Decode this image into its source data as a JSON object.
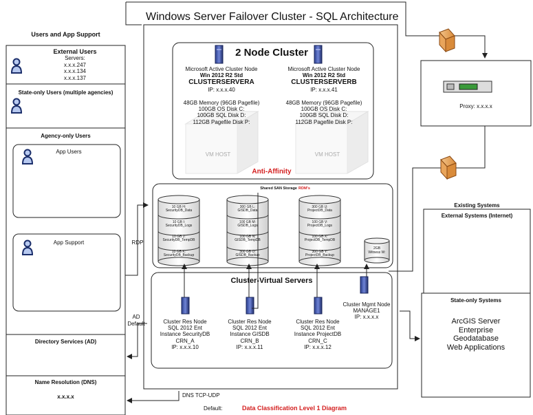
{
  "title": "Windows Server Failover Cluster - SQL Architecture",
  "footer_label": "Data Classification Level 1 Diagram",
  "left_panel": {
    "header": "Users and App Support",
    "external_users": {
      "title": "External Users",
      "servers_label": "Servers:",
      "servers": [
        "x.x.x.247",
        "x.x.x.134",
        "x.x.x.137"
      ]
    },
    "state_only_users": "State-only Users (multiple agencies)",
    "agency_only_users": {
      "title": "Agency-only Users",
      "app_users": "App Users",
      "app_support": "App Support"
    },
    "directory_services": "Directory Services (AD)",
    "name_resolution": {
      "title": "Name Resolution (DNS)",
      "ip": "x.x.x.x"
    }
  },
  "connection_labels": {
    "rdp": "RDP",
    "ad": "AD",
    "default": "Default",
    "dns": "DNS TCP-UDP",
    "default2": "Default:"
  },
  "cluster": {
    "title": "2 Node Cluster",
    "anti_affinity": "Anti-Affinity",
    "vm_host": "VM HOST",
    "nodes": [
      {
        "role": "Microsoft Active Cluster Node",
        "os": "Win 2012 R2 Std",
        "name": "CLUSTERSERVERA",
        "ip": "IP: x.x.x.40",
        "specs": [
          "48GB Memory (96GB Pagefile)",
          "100GB OS Disk C:",
          "100GB SQL Disk D:",
          "112GB Pagefile Disk P:"
        ]
      },
      {
        "role": "Microsoft Active Cluster Node",
        "os": "Win 2012 R2 Std",
        "name": "CLUSTERSERVERB",
        "ip": "IP: x.x.x.41",
        "specs": [
          "48GB Memory (96GB Pagefile)",
          "100GB OS Disk C:",
          "100GB SQL Disk D:",
          "112GB Pagefile Disk P:"
        ]
      }
    ]
  },
  "san": {
    "title": "Shared SAN Storage",
    "title_suffix": "RDM's",
    "stacks": [
      [
        "10 GB H:",
        "SecurityDB_Data",
        "10 GB I:",
        "SecurityDB_Logs",
        "10 GB J:",
        "SecurityDB_TempDB",
        "10 GB K:",
        "SecurityDB_Backup"
      ],
      [
        "300 GB L:",
        "GISDB_Data",
        "100 GB M:",
        "GISDB_Logs",
        "100 GB N:",
        "GISDB_TempDB",
        "300 GB O:",
        "GISDB_Backup"
      ],
      [
        "300 GB U:",
        "ProjectDB_Data",
        "100 GB V:",
        "ProjectDB_Logs",
        "100 GB X:",
        "ProjectDB_TempDB",
        "300 GB Y:",
        "ProjectDB_Backup"
      ]
    ],
    "witness": [
      "2GB",
      "Witness W:"
    ]
  },
  "virtual_servers": {
    "title": "Cluster-Virtual Servers",
    "nodes": [
      [
        "Cluster Res Node",
        "SQL 2012 Ent",
        "Instance SecurityDB",
        "CRN_A",
        "IP: x.x.x.10"
      ],
      [
        "Cluster Res Node",
        "SQL 2012 Ent",
        "Instance GISDB",
        "CRN_B",
        "IP: x.x.x.11"
      ],
      [
        "Cluster Res Node",
        "SQL 2012 Ent",
        "Instance ProjectDB",
        "CRN_C",
        "IP: x.x.x.12"
      ]
    ],
    "mgmt": [
      "Cluster Mgmt Node",
      "MANAGE1",
      "IP: x.x.x.x"
    ]
  },
  "right_panel": {
    "proxy": "Proxy: x.x.x.x",
    "existing_systems": "Existing Systems",
    "external_systems": "External Systems (Internet)",
    "state_only_systems": {
      "title": "State-only Systems",
      "lines": [
        "ArcGIS Server",
        "Enterprise",
        "Geodatabase",
        "Web Applications"
      ]
    }
  }
}
